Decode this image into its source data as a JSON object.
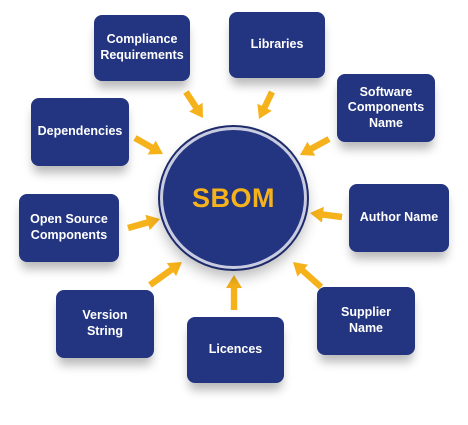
{
  "hub": {
    "label": "SBOM"
  },
  "colors": {
    "node_fill": "#233580",
    "arrow": "#f6b21b",
    "hub_text": "#f6b21b",
    "node_text": "#ffffff"
  },
  "nodes": [
    {
      "id": "compliance-requirements",
      "label": "Compliance\nRequirements"
    },
    {
      "id": "libraries",
      "label": "Libraries"
    },
    {
      "id": "software-components-name",
      "label": "Software\nComponents\nName"
    },
    {
      "id": "author-name",
      "label": "Author Name"
    },
    {
      "id": "supplier-name",
      "label": "Supplier Name"
    },
    {
      "id": "licences",
      "label": "Licences"
    },
    {
      "id": "version-string",
      "label": "Version\nString"
    },
    {
      "id": "open-source-components",
      "label": "Open Source\nComponents"
    },
    {
      "id": "dependencies",
      "label": "Dependencies"
    }
  ]
}
